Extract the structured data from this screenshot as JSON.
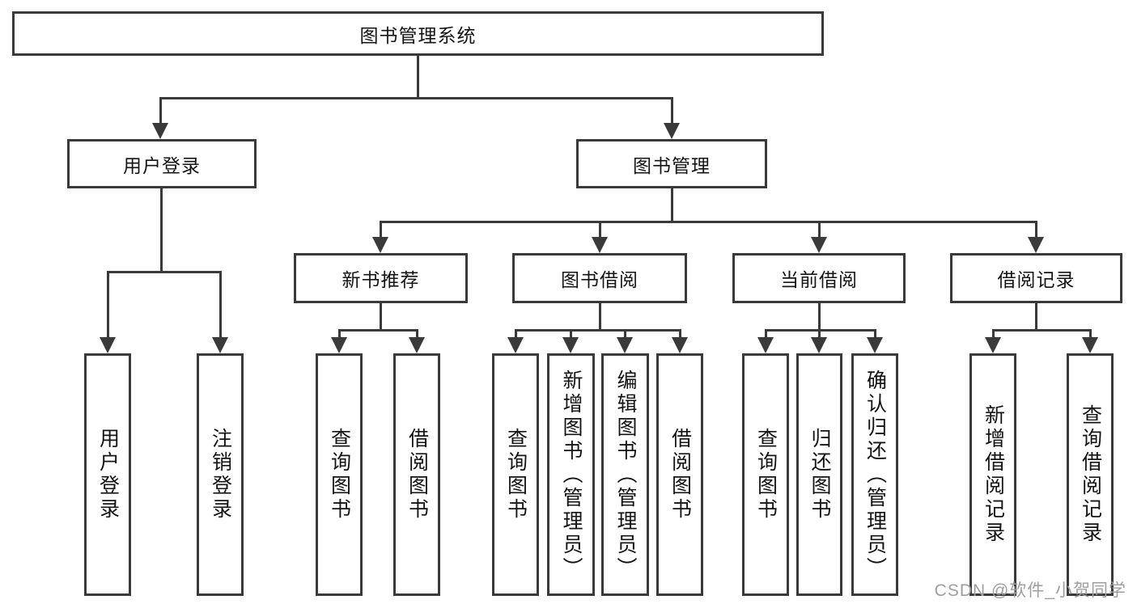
{
  "tree": {
    "label": "图书管理系统",
    "children": [
      {
        "label": "用户登录",
        "children": [
          {
            "label": "用户登录"
          },
          {
            "label": "注销登录"
          }
        ]
      },
      {
        "label": "图书管理",
        "children": [
          {
            "label": "新书推荐",
            "children": [
              {
                "label": "查询图书"
              },
              {
                "label": "借阅图书"
              }
            ]
          },
          {
            "label": "图书借阅",
            "children": [
              {
                "label": "查询图书"
              },
              {
                "label": "新增图书（管理员）"
              },
              {
                "label": "编辑图书（管理员）"
              },
              {
                "label": "借阅图书"
              }
            ]
          },
          {
            "label": "当前借阅",
            "children": [
              {
                "label": "查询图书"
              },
              {
                "label": "归还图书"
              },
              {
                "label": "确认归还（管理员）"
              }
            ]
          },
          {
            "label": "借阅记录",
            "children": [
              {
                "label": "新增借阅记录"
              },
              {
                "label": "查询借阅记录"
              }
            ]
          }
        ]
      }
    ]
  },
  "watermark": "CSDN @软件_小贺同学",
  "colors": {
    "line": "#3a3a3a",
    "text": "#141414",
    "watermark": "#9e9e9e",
    "background": "#ffffff"
  }
}
